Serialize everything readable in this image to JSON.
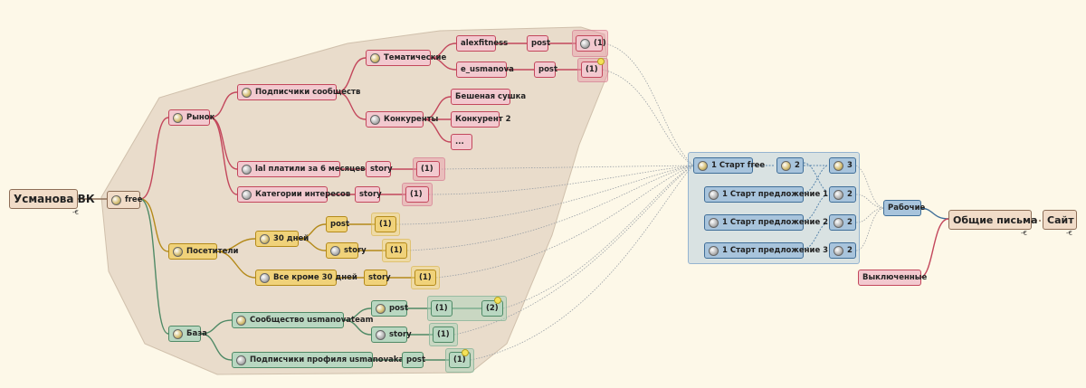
{
  "root": {
    "label": "Усманова ВК"
  },
  "free": {
    "label": "free"
  },
  "market": {
    "label": "Рынок"
  },
  "subscribers_communities": {
    "label": "Подписчики сообществ"
  },
  "thematic": {
    "label": "Тематические"
  },
  "alexfitness": {
    "label": "alexfitness",
    "post": "post",
    "count": "(1)"
  },
  "e_usmanova": {
    "label": "e_usmanova",
    "post": "post",
    "count": "(1)"
  },
  "competitors": {
    "label": "Конкуренты"
  },
  "crazy_dry": {
    "label": "Бешеная сушка"
  },
  "competitor2": {
    "label": "Конкурент 2"
  },
  "dots": {
    "label": "..."
  },
  "paid6": {
    "label": "lal платили за 6 месяцев",
    "story": "story",
    "count": "(1)"
  },
  "interests": {
    "label": "Категории интересов",
    "story": "story",
    "count": "(1)"
  },
  "visitors": {
    "label": "Посетители"
  },
  "days30": {
    "label": "30 дней",
    "post": "post",
    "post_count": "(1)",
    "story": "story",
    "story_count": "(1)"
  },
  "all_except": {
    "label": "Все кроме 30 дней",
    "story": "story",
    "count": "(1)"
  },
  "base": {
    "label": "База"
  },
  "community_team": {
    "label": "Сообщество usmanovateam",
    "post": "post",
    "count1": "(1)",
    "count2": "(2)",
    "story": "story",
    "story_count": "(1)"
  },
  "profile_sub": {
    "label": "Подписчики профиля usmanovakate",
    "post": "post",
    "count": "(1)"
  },
  "start_free": {
    "label": "1 Старт free",
    "s2": "2",
    "s3": "3"
  },
  "start1": {
    "label": "1 Старт предложение 1",
    "s2": "2"
  },
  "start2": {
    "label": "1 Старт предложение 2",
    "s2": "2"
  },
  "start3": {
    "label": "1 Старт предложение 3",
    "s2": "2"
  },
  "working": {
    "label": "Рабочие"
  },
  "disabled": {
    "label": "Выключенные"
  },
  "general": {
    "label": "Общие письма"
  },
  "site": {
    "label": "Сайт"
  }
}
